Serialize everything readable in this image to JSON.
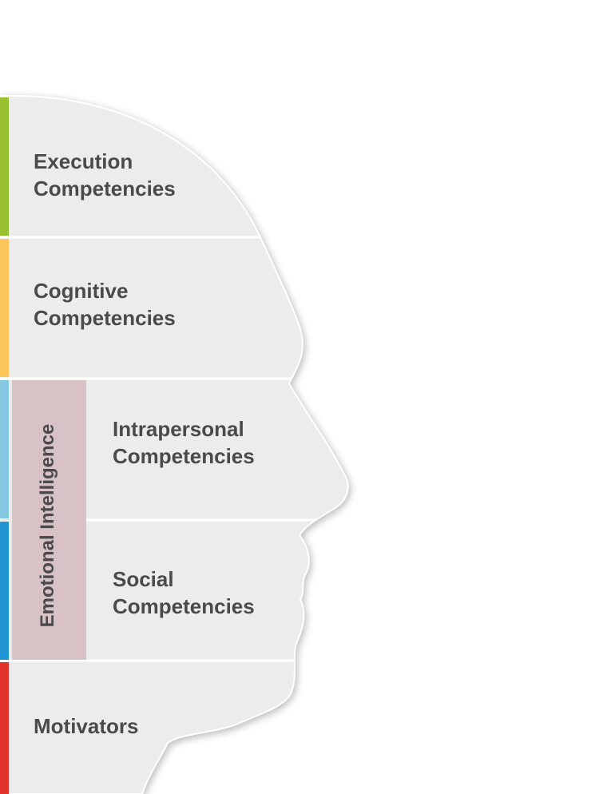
{
  "colors": {
    "execution": "#97c12e",
    "cognitive": "#fcc55a",
    "intrapersonal": "#86c8e2",
    "social": "#1f95d3",
    "motivators": "#e2322c",
    "ei_box": "#d8c2c6",
    "head_fill": "#ececec",
    "text": "#4a4a4a"
  },
  "sections": [
    {
      "line1": "Execution",
      "line2": "Competencies"
    },
    {
      "line1": "Cognitive",
      "line2": "Competencies"
    },
    {
      "line1": "Intrapersonal",
      "line2": "Competencies"
    },
    {
      "line1": "Social",
      "line2": "Competencies"
    },
    {
      "line1": "Motivators",
      "line2": ""
    }
  ],
  "group_label": "Emotional Intelligence"
}
